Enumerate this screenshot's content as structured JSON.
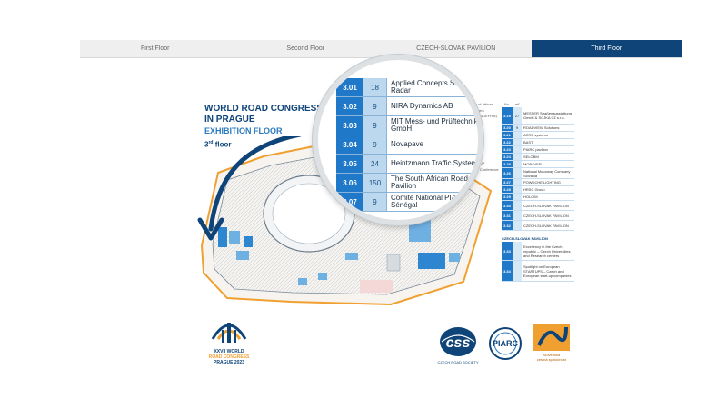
{
  "tabs": [
    {
      "label": "First Floor"
    },
    {
      "label": "Second Floor"
    },
    {
      "label": "CZECH-SLOVAK PAVILION"
    },
    {
      "label": "Third Floor"
    }
  ],
  "heading": {
    "title_line1": "WORLD ROAD CONGRESS",
    "title_line2": "IN PRAGUE",
    "subtitle": "EXHIBITION FLOOR",
    "floor": "3",
    "floor_suffix": "rd",
    "floor_word": "floor"
  },
  "magnifier": {
    "rows": [
      {
        "code": "3.01",
        "size": "18",
        "name": "Applied Concepts Stalker Radar"
      },
      {
        "code": "3.02",
        "size": "9",
        "name": "NIRA Dynamics AB"
      },
      {
        "code": "3.03",
        "size": "9",
        "name": "MIT Mess- und Prüftechnik GmbH"
      },
      {
        "code": "3.04",
        "size": "9",
        "name": "Novapave"
      },
      {
        "code": "3.05",
        "size": "24",
        "name": "Heintzmann Traffic Systems"
      },
      {
        "code": "3.06",
        "size": "150",
        "name": "The South African Roads Pavilion"
      },
      {
        "code": "3.07",
        "size": "9",
        "name": "Comité National PIARC Sénégal"
      }
    ]
  },
  "partial_list": [
    "ration of African",
    "Managers",
    "ineers (AOEFRM)",
    "",
    "Services",
    "F",
    "",
    "oduct",
    "ack Lidar",
    "enter",
    "& GROUP",
    "ational Conference"
  ],
  "legend_table": {
    "col_no": "No.",
    "col_m2": "m²",
    "rows": [
      {
        "code": "3.19",
        "size": "27",
        "name": "MESSER Straßenausstattung GmbH & SOJKA CZ s.r.o."
      },
      {
        "code": "3.20",
        "size": "9",
        "name": "ROADVIEW Solutions"
      },
      {
        "code": "3.21",
        "size": "",
        "name": "ARRB systems"
      },
      {
        "code": "3.22",
        "size": "",
        "name": "BAST"
      },
      {
        "code": "3.23",
        "size": "",
        "name": "PIARC pavilion"
      },
      {
        "code": "3.24",
        "size": "",
        "name": "SELOBM"
      },
      {
        "code": "3.25",
        "size": "",
        "name": "MOBAVER"
      },
      {
        "code": "3.26",
        "size": "",
        "name": "National Motorway Company Slovakia"
      },
      {
        "code": "3.27",
        "size": "",
        "name": "POWDCHE LIGHTING"
      },
      {
        "code": "3.28",
        "size": "",
        "name": "HRSC Group"
      },
      {
        "code": "3.29",
        "size": "",
        "name": "HOLCIM"
      },
      {
        "code": "3.30",
        "size": "",
        "name": "CZECH-SLOVAK PAVILION"
      },
      {
        "code": "3.31",
        "size": "",
        "name": "CZECH-SLOVAK PAVILION"
      },
      {
        "code": "3.32",
        "size": "",
        "name": "CZECH-SLOVAK PAVILION"
      }
    ],
    "pavilion_title": "CZECH-SLOVAK PAVILION",
    "pavilion_rows": [
      {
        "code": "3.33",
        "size": "",
        "name": "Excellency in the Czech republic – Czech Universities and Research centers"
      },
      {
        "code": "3.34",
        "size": "",
        "name": "Spotlight on European STARTUPS – Czech and European start-up companies"
      }
    ]
  },
  "logos": {
    "wrc_line1": "XXVII WORLD",
    "wrc_line2": "ROAD CONGRESS",
    "wrc_line3": "PRAGUE 2023",
    "css_caption": "CZECH ROAD SOCIETY",
    "piarc": "PIARC",
    "ss_line1": "Slovenská",
    "ss_line2": "cestná spoločnosť"
  },
  "colors": {
    "navy": "#0f4479",
    "blue": "#1f78c8",
    "light_blue": "#bcd8ef",
    "orange": "#f0a030"
  }
}
